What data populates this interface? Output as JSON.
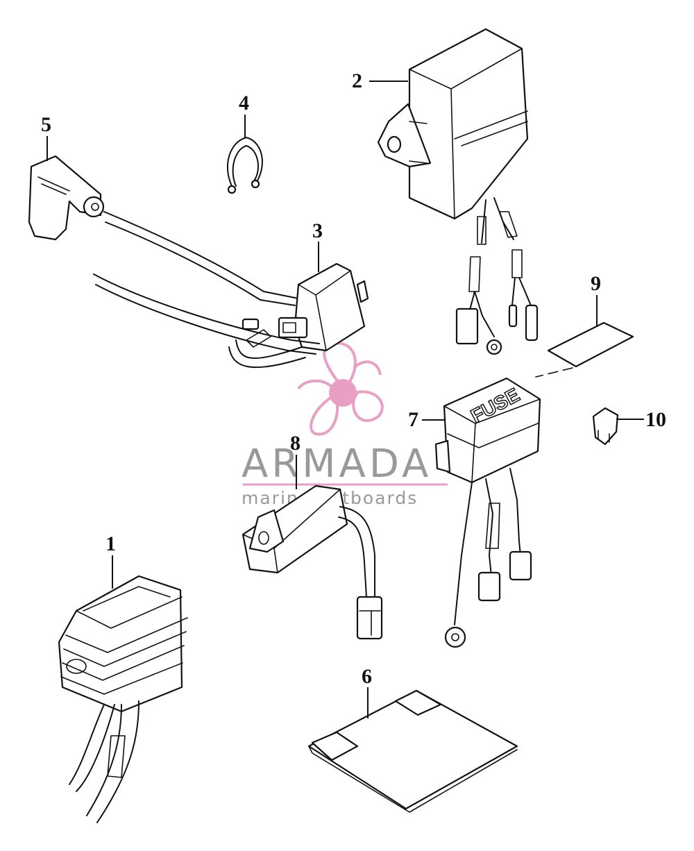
{
  "watermark": {
    "brand": "ARMADA",
    "tagline": "marine outboards",
    "accent_color": "#e58fb9",
    "text_color": "#888888"
  },
  "parts": [
    {
      "id": "part-1",
      "number": "1"
    },
    {
      "id": "part-2",
      "number": "2"
    },
    {
      "id": "part-3",
      "number": "3"
    },
    {
      "id": "part-4",
      "number": "4"
    },
    {
      "id": "part-5",
      "number": "5"
    },
    {
      "id": "part-6",
      "number": "6"
    },
    {
      "id": "part-7",
      "number": "7",
      "marking": "FUSE"
    },
    {
      "id": "part-8",
      "number": "8"
    },
    {
      "id": "part-9",
      "number": "9"
    },
    {
      "id": "part-10",
      "number": "10"
    }
  ]
}
